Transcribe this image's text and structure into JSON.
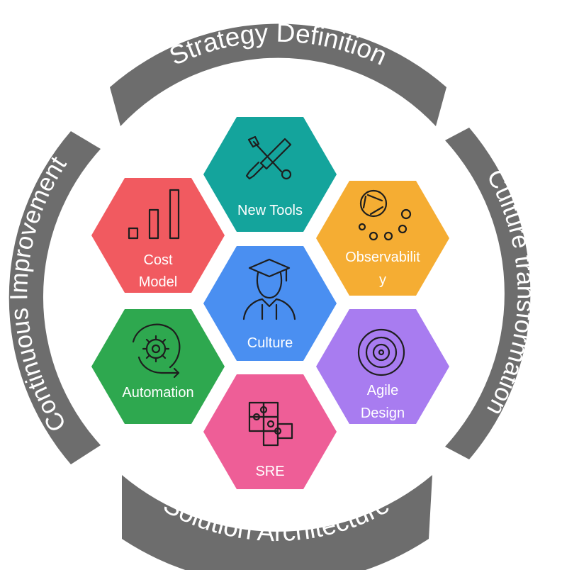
{
  "ring": {
    "top": "Strategy Definition",
    "right": "Culture transformation",
    "bottom": "Solution Architecture",
    "left": "Continuous Improvement",
    "color": "#6d6d6d"
  },
  "hexagons": [
    {
      "id": "new-tools",
      "lines": [
        "New Tools"
      ],
      "color": "#14a49c",
      "icon": "tools-icon"
    },
    {
      "id": "cost-model",
      "lines": [
        "Cost",
        "Model"
      ],
      "color": "#f15a60",
      "icon": "bar-chart-icon"
    },
    {
      "id": "observability",
      "lines": [
        "Observabilit",
        "y"
      ],
      "color": "#f5ad33",
      "icon": "dots-circle-icon"
    },
    {
      "id": "culture",
      "lines": [
        "Culture"
      ],
      "color": "#4a8ff1",
      "icon": "graduate-icon"
    },
    {
      "id": "automation",
      "lines": [
        "Automation"
      ],
      "color": "#2ea84f",
      "icon": "gear-cycle-icon"
    },
    {
      "id": "agile-design",
      "lines": [
        "Agile",
        "Design"
      ],
      "color": "#a87cf0",
      "icon": "target-icon"
    },
    {
      "id": "sre",
      "lines": [
        "SRE"
      ],
      "color": "#ee5e97",
      "icon": "puzzle-icon"
    }
  ]
}
